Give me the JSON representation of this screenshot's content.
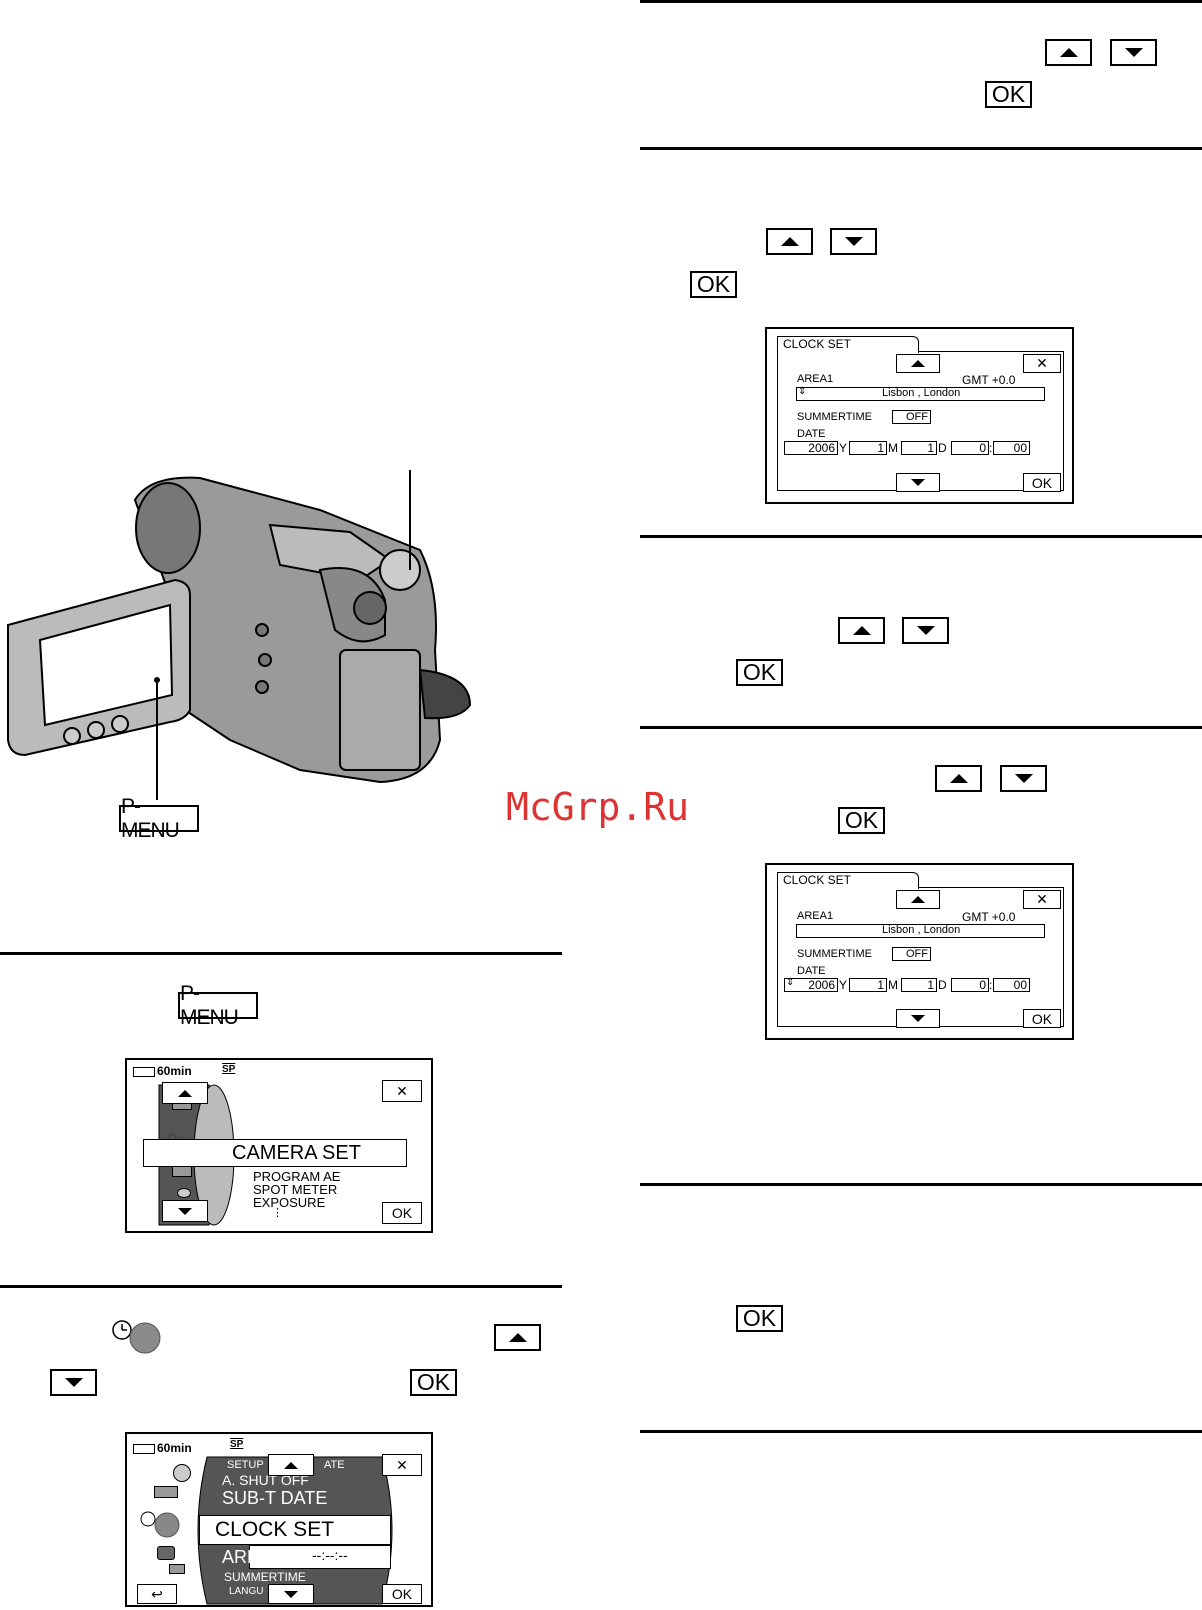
{
  "labels": {
    "ok": "OK",
    "pmenu": "P-MENU",
    "close": "✕"
  },
  "watermark": "McGrp.Ru",
  "menu_screen": {
    "battery": "60min",
    "mode": "SP",
    "selected": "CAMERA  SET",
    "items": [
      "PROGRAM  AE",
      "SPOT  METER",
      "EXPOSURE"
    ],
    "more": "⋮"
  },
  "setup_screen": {
    "battery": "60min",
    "mode": "SP",
    "header": "SETUP",
    "header_right": "ATE",
    "items": [
      "A. SHUT OFF",
      "SUB-T DATE"
    ],
    "selected": "CLOCK SET",
    "area_prefix": "ARE",
    "area_value": "--:--:--",
    "summertime": "SUMMERTIME",
    "lang": "LANGU"
  },
  "clock1": {
    "tab": "CLOCK  SET",
    "area": "AREA1",
    "gmt": "GMT  +0.0",
    "city": "Lisbon ,  London",
    "summertime": "SUMMERTIME",
    "off": "OFF",
    "date": "DATE",
    "year": "2006",
    "y": "Y",
    "month": "1",
    "m": "M",
    "day": "1",
    "d": "D",
    "hour": "0",
    "colon": ":",
    "minute": "00"
  },
  "clock2": {
    "tab": "CLOCK  SET",
    "area": "AREA1",
    "gmt": "GMT  +0.0",
    "city": "Lisbon ,  London",
    "summertime": "SUMMERTIME",
    "off": "OFF",
    "date": "DATE",
    "year": "2006",
    "y": "Y",
    "month": "1",
    "m": "M",
    "day": "1",
    "d": "D",
    "hour": "0",
    "colon": ":",
    "minute": "00"
  }
}
